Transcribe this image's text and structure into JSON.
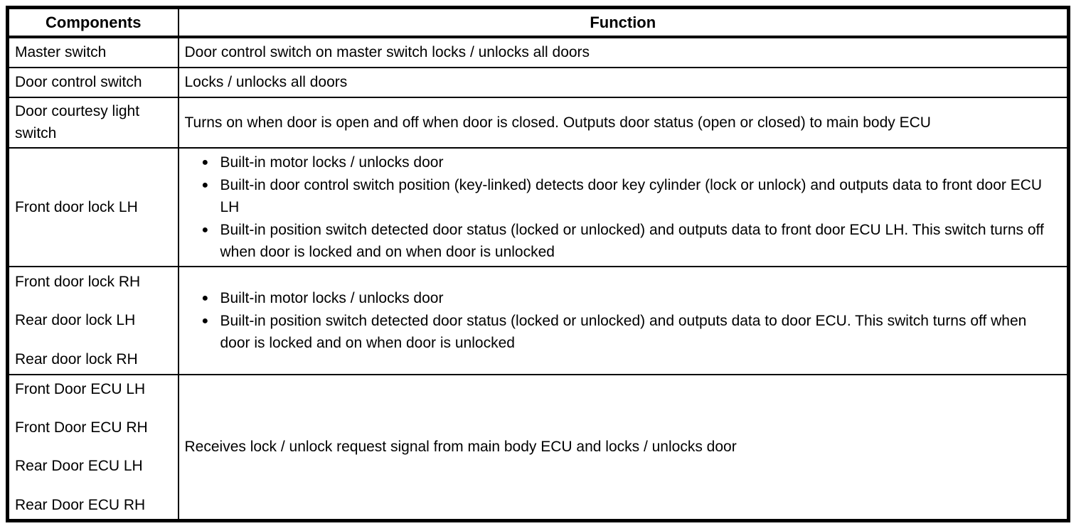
{
  "icons": {
    "bullet": "●"
  },
  "colors": {
    "border": "#000000",
    "text": "#000000",
    "background": "#ffffff"
  },
  "table": {
    "columns": [
      "Components",
      "Function"
    ],
    "rows": [
      {
        "component_lines": [
          "Master switch"
        ],
        "function_text": "Door control switch on master switch locks / unlocks all doors"
      },
      {
        "component_lines": [
          "Door control switch"
        ],
        "function_text": "Locks / unlocks all doors"
      },
      {
        "component_lines": [
          "Door courtesy light switch"
        ],
        "function_text": "Turns on when door is open and off when door is closed. Outputs door status (open or closed) to main body ECU"
      },
      {
        "component_lines": [
          "Front door lock LH"
        ],
        "bullets": [
          "Built-in motor locks / unlocks door",
          "Built-in door control switch position (key-linked) detects door key cylinder (lock or unlock) and outputs data to front door ECU LH",
          "Built-in position switch detected door status (locked or unlocked) and outputs data to front door ECU LH. This switch turns off when door is locked and on when door is unlocked"
        ]
      },
      {
        "component_lines": [
          "Front door lock RH",
          "Rear door lock LH",
          "Rear door lock RH"
        ],
        "bullets": [
          "Built-in motor locks / unlocks door",
          "Built-in position switch detected door status (locked or unlocked) and outputs data to door ECU. This switch turns off when door is locked and on when door is unlocked"
        ]
      },
      {
        "component_lines": [
          "Front Door ECU LH",
          "Front Door ECU RH",
          "Rear Door ECU LH",
          "Rear Door ECU RH"
        ],
        "function_text": "Receives lock / unlock request signal from main body ECU and locks / unlocks door"
      }
    ]
  }
}
